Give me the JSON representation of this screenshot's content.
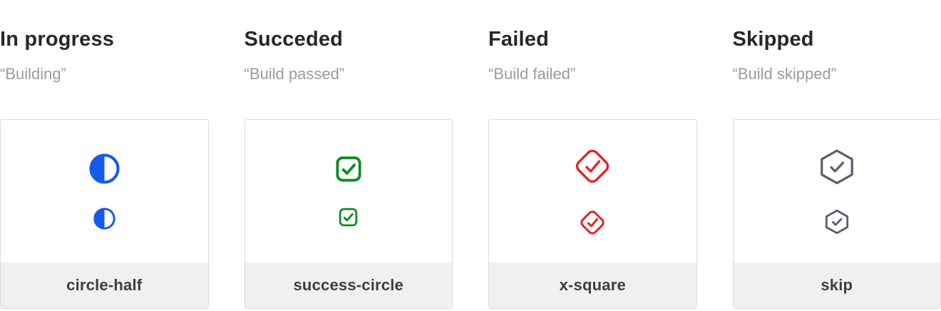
{
  "page": {
    "background": "#FFFFFF"
  },
  "colors": {
    "title_text": "#25272B",
    "subtitle_text": "#9B9B9B",
    "card_border": "#DBDBDB",
    "card_background": "#FFFFFF",
    "footer_background": "#F0F0F0",
    "footer_text": "#3B3E42",
    "in_progress_blue": "#165AEB",
    "success_green": "#0C8B24",
    "failed_red": "#E3232B",
    "skipped_gray": "#58606D"
  },
  "columns": [
    {
      "title": "In progress",
      "subtitle": "“Building”",
      "icon": "circle-half-icon",
      "icon_color": "#165AEB",
      "label": "circle-half"
    },
    {
      "title": "Succeded",
      "subtitle": "“Build passed”",
      "icon": "success-circle-icon",
      "icon_color": "#0C8B24",
      "label": "success-circle"
    },
    {
      "title": "Failed",
      "subtitle": "“Build failed”",
      "icon": "x-square-icon",
      "icon_color": "#E3232B",
      "label": "x-square"
    },
    {
      "title": "Skipped",
      "subtitle": "“Build skipped”",
      "icon": "skip-icon",
      "icon_color": "#58606D",
      "label": "skip"
    }
  ]
}
